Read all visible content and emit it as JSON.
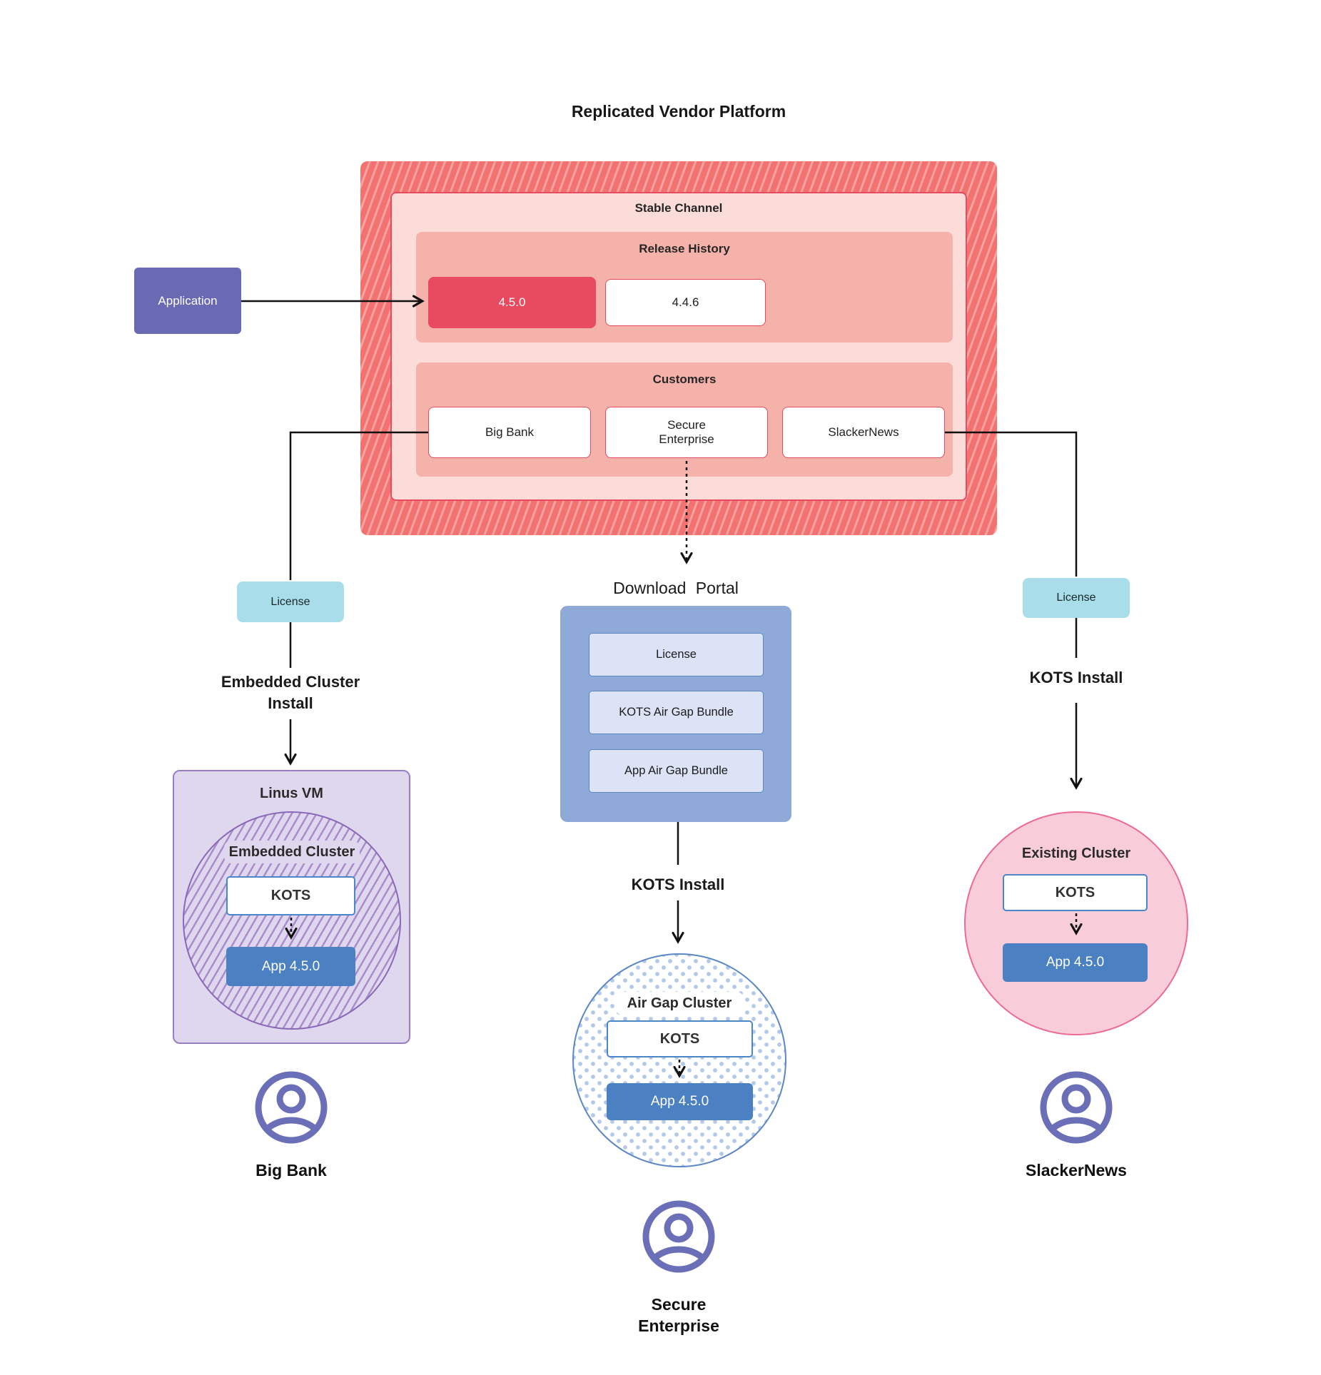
{
  "diagram_title": "Replicated Vendor Platform",
  "colors": {
    "platform_red": "#e84a5f",
    "platform_hatch_base": "#f3716f",
    "platform_light_pink": "#fbdcd8",
    "platform_mid_pink": "#f5b2ab",
    "application_purple": "#6a6ab4",
    "license_teal": "#a9dde9",
    "portal_blue": "#8fa9d9",
    "app_release_blue": "#4b80c2",
    "vm_purple": "#ded7ee",
    "existing_cluster_pink": "#f8ccd8",
    "user_icon_purple": "#6a6fb8"
  },
  "icons": {
    "customer_icon": "user-icon"
  },
  "application": {
    "label": "Application"
  },
  "platform": {
    "stable_channel": "Stable Channel",
    "release_history": {
      "title": "Release History",
      "current_release": "4.5.0",
      "previous_release": "4.4.6"
    },
    "customers": {
      "title": "Customers",
      "big_bank": "Big Bank",
      "secure_enterprise": "Secure Enterprise",
      "slackernews": "SlackerNews"
    }
  },
  "left_flow": {
    "license": "License",
    "install_label": "Embedded Cluster Install",
    "vm": {
      "title": "Linus VM",
      "cluster_title": "Embedded Cluster",
      "kots": "KOTS",
      "app": "App 4.5.0"
    },
    "customer_name": "Big Bank"
  },
  "center_flow": {
    "portal_title": "Download Portal",
    "portal_items": [
      "License",
      "KOTS Air Gap Bundle",
      "App Air Gap Bundle"
    ],
    "install_label": "KOTS Install",
    "cluster": {
      "title": "Air Gap Cluster",
      "kots": "KOTS",
      "app": "App 4.5.0"
    },
    "customer_name": "Secure Enterprise"
  },
  "right_flow": {
    "license": "License",
    "install_label": "KOTS Install",
    "cluster": {
      "title": "Existing Cluster",
      "kots": "KOTS",
      "app": "App 4.5.0"
    },
    "customer_name": "SlackerNews"
  }
}
